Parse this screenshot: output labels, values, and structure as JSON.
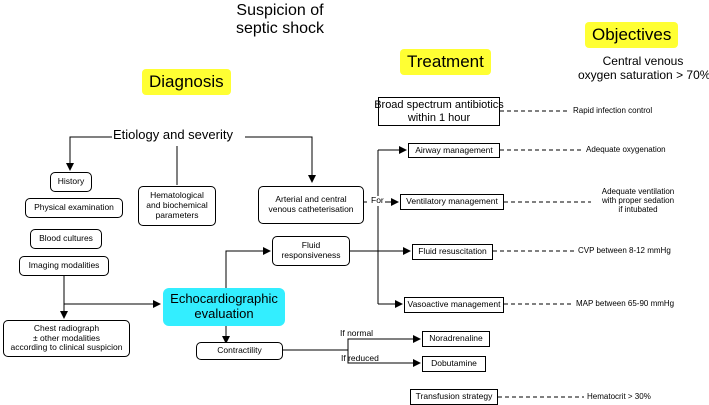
{
  "title": {
    "line1": "Suspicion of",
    "line2": "septic shock"
  },
  "headings": {
    "diagnosis": "Diagnosis",
    "treatment": "Treatment",
    "objectives": "Objectives"
  },
  "objectives_main": {
    "line1": "Central venous",
    "line2": "oxygen saturation > 70%"
  },
  "diagnosis": {
    "etiology": "Etiology and severity",
    "history": "History",
    "physical": "Physical examination",
    "blood": "Blood cultures",
    "imaging": "Imaging modalities",
    "hemato": [
      "Hematological",
      "and biochemical",
      "parameters"
    ],
    "arterial": [
      "Arterial and central",
      "venous catheterisation"
    ],
    "chest": [
      "Chest radiograph",
      "± other modalities",
      "according to clinical suspicion"
    ],
    "echo": [
      "Echocardiographic",
      "evaluation"
    ],
    "fluid": [
      "Fluid",
      "responsiveness"
    ],
    "contractility": "Contractility",
    "if_normal": "If normal",
    "if_reduced": "If reduced",
    "noradrenaline": "Noradrenaline",
    "dobutamine": "Dobutamine",
    "for": "For"
  },
  "treatment": {
    "antibiotics": [
      "Broad spectrum antibiotics",
      "within 1 hour"
    ],
    "airway": "Airway management",
    "ventilatory": "Ventilatory management",
    "fluid_resus": "Fluid resuscitation",
    "vasoactive": "Vasoactive management",
    "transfusion": "Transfusion strategy"
  },
  "objectives": {
    "infection": "Rapid infection control",
    "oxygenation": "Adequate oxygenation",
    "ventilation": [
      "Adequate ventilation",
      "with proper sedation",
      "if intubated"
    ],
    "cvp": "CVP between 8-12 mmHg",
    "map": "MAP between 65-90 mmHg",
    "hematocrit": "Hematocrit > 30%"
  },
  "colors": {
    "highlight": "#ffff33",
    "echo_fill": "#33eeff",
    "line": "#000000"
  }
}
